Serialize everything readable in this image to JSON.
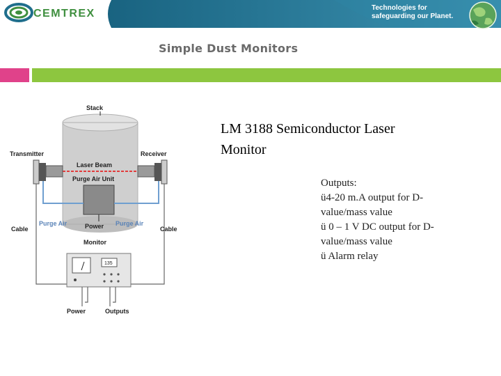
{
  "header": {
    "logo_text": "CEMTREX",
    "tagline": [
      "Technologies for",
      "safeguarding our Planet."
    ],
    "colors": {
      "band": "#1f6e8c",
      "logo_green": "#3f8f3f",
      "logo_ring": "#1f6e8c"
    }
  },
  "page_title": "Simple Dust Monitors",
  "accent_colors": {
    "pink": "#e0428a",
    "green": "#8dc63f"
  },
  "diagram": {
    "labels": {
      "stack": "Stack",
      "transmitter": "Transmitter",
      "receiver": "Receiver",
      "laser_beam": "Laser Beam",
      "purge_air_unit": "Purge Air Unit",
      "purge_air_left": "Purge Air",
      "purge_air_right": "Purge Air",
      "power_top": "Power",
      "cable_left": "Cable",
      "cable_right": "Cable",
      "monitor": "Monitor",
      "display_value": "135",
      "power_bottom": "Power",
      "outputs": "Outputs"
    }
  },
  "product": {
    "title_line1": "LM 3188 Semiconductor Laser",
    "title_line2": "Monitor"
  },
  "outputs_text": [
    "Outputs:",
    "ü4-20 m.A output for D-",
    "value/mass value",
    "ü 0 – 1 V DC output for D-",
    "value/mass value",
    "ü Alarm relay"
  ]
}
